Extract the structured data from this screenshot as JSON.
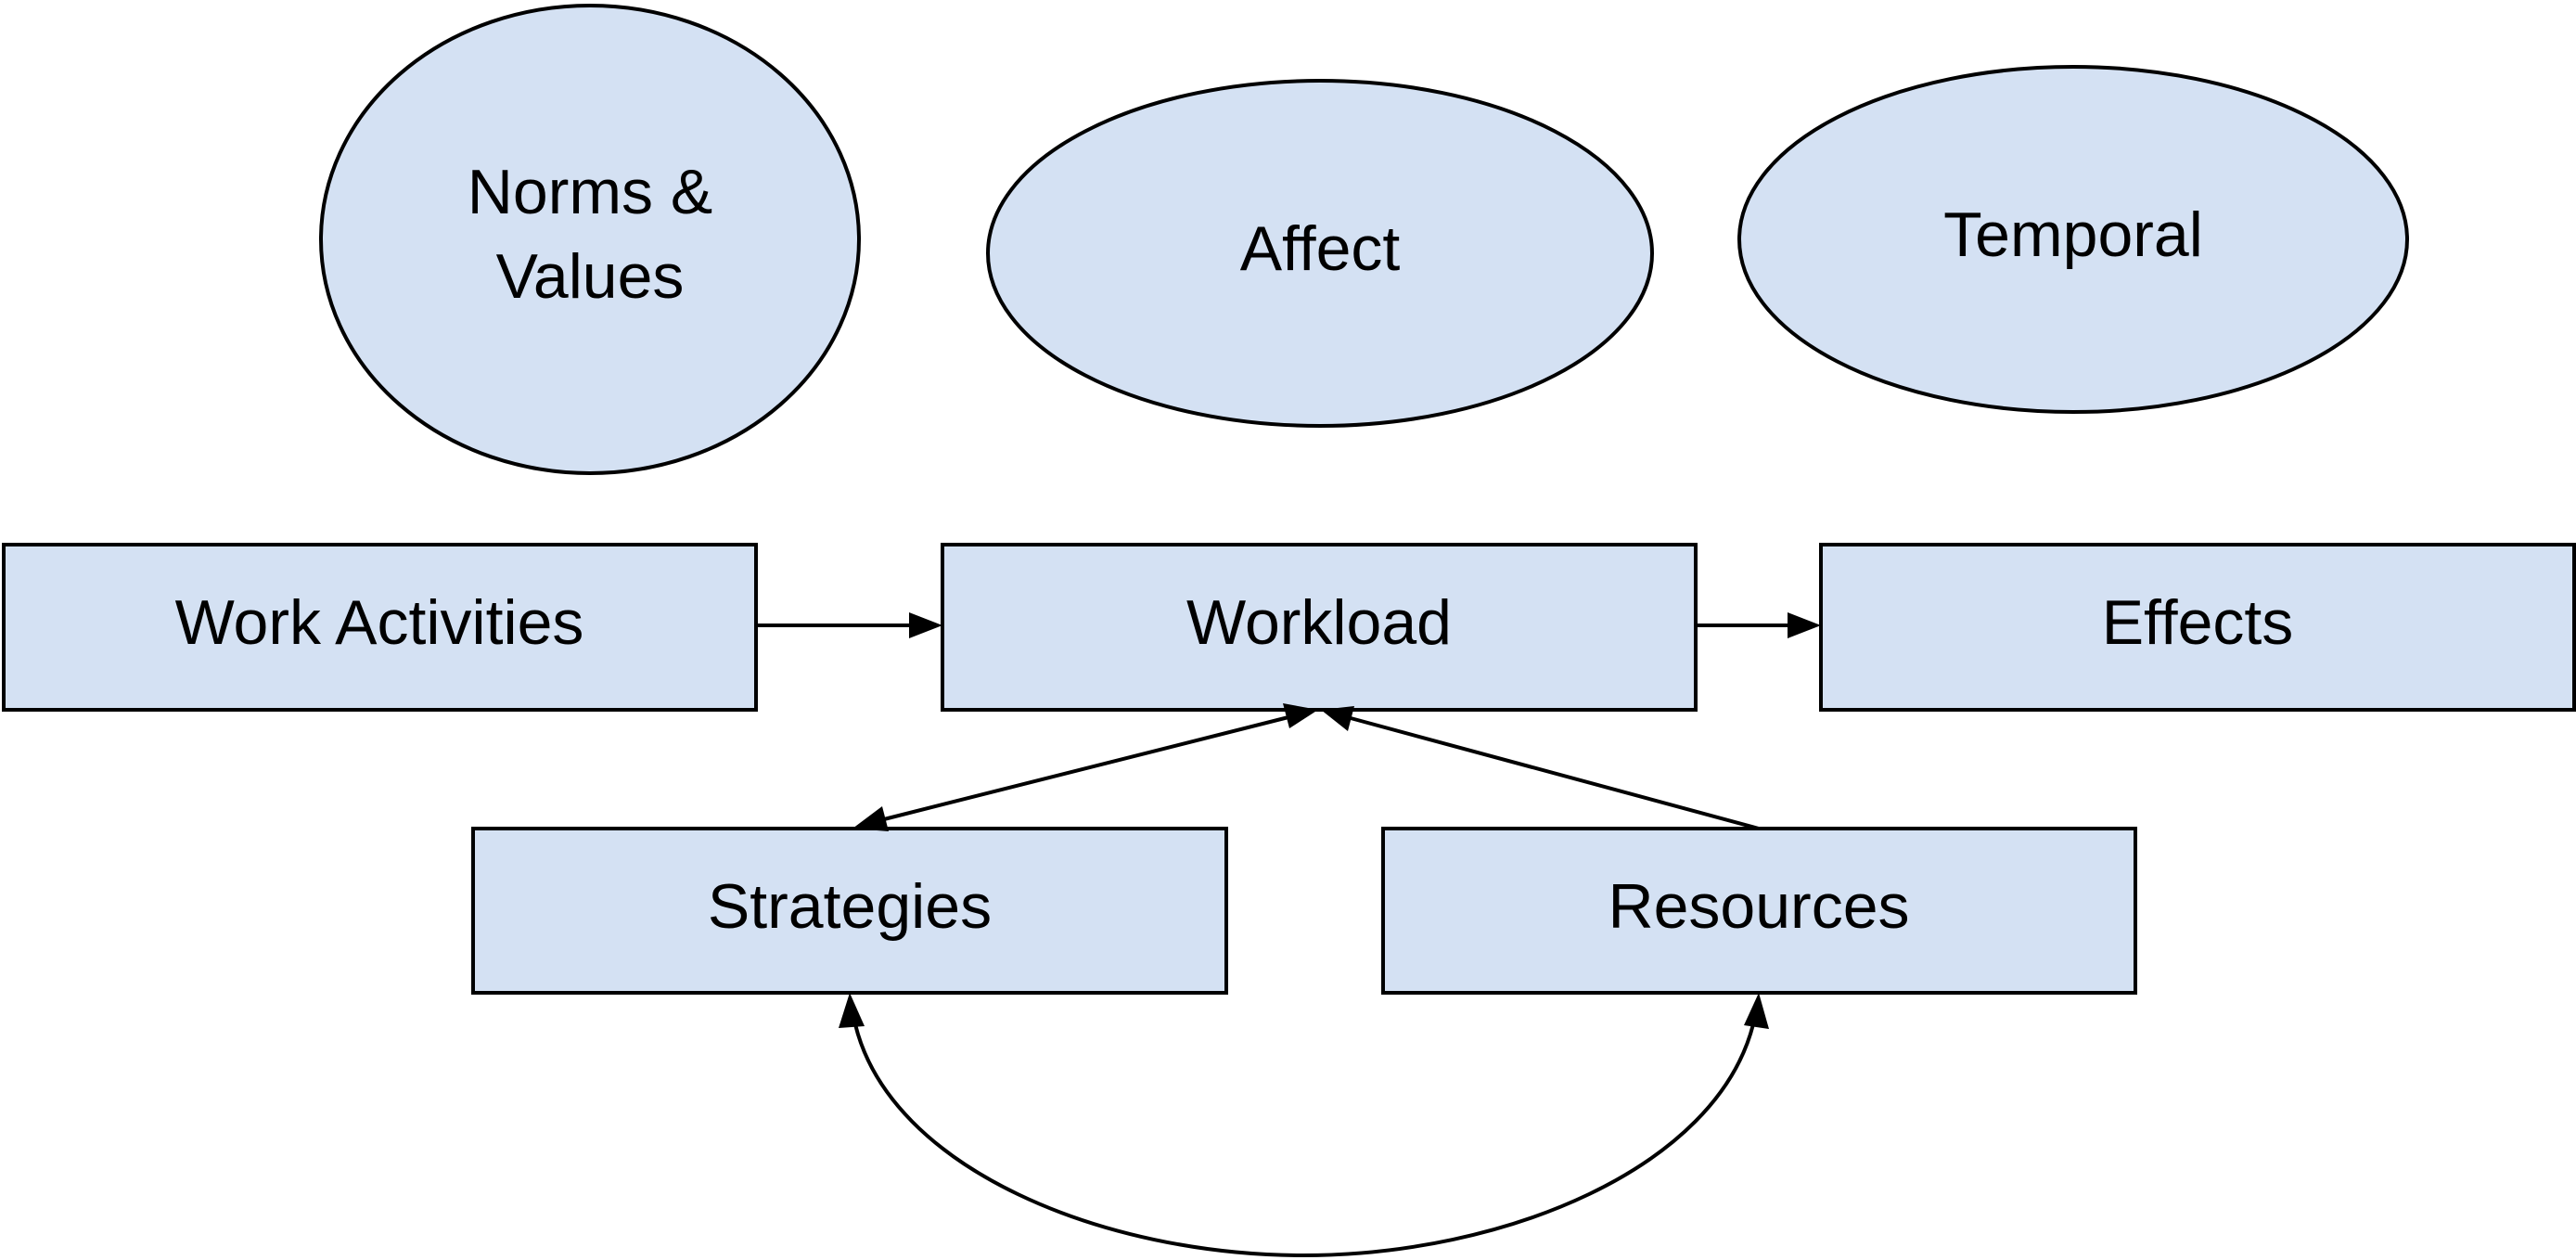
{
  "colors": {
    "node_fill": "#d4e1f3",
    "stroke": "#000000",
    "text": "#000000",
    "background": "#ffffff"
  },
  "nodes": {
    "norms_values": {
      "line1": "Norms &",
      "line2": "Values"
    },
    "affect": {
      "label": "Affect"
    },
    "temporal": {
      "label": "Temporal"
    },
    "work_activities": {
      "label": "Work Activities"
    },
    "workload": {
      "label": "Workload"
    },
    "effects": {
      "label": "Effects"
    },
    "strategies": {
      "label": "Strategies"
    },
    "resources": {
      "label": "Resources"
    }
  },
  "edges": [
    {
      "from": "Work Activities",
      "to": "Workload"
    },
    {
      "from": "Workload",
      "to": "Effects"
    },
    {
      "from": "Workload",
      "to": "Strategies",
      "bidirectional": true
    },
    {
      "from": "Resources",
      "to": "Workload"
    },
    {
      "from": "Strategies",
      "to": "Resources",
      "bidirectional": true
    }
  ]
}
